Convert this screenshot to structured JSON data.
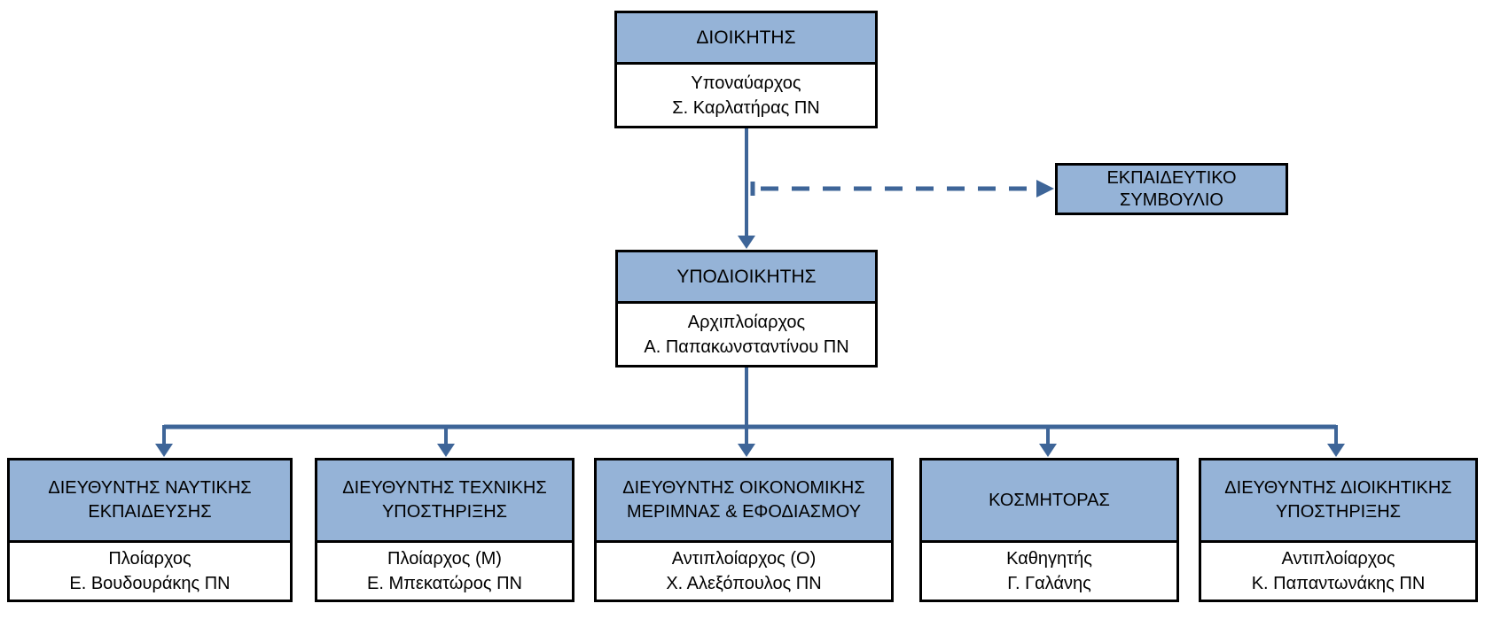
{
  "chart": {
    "type": "org-chart",
    "colors": {
      "node_fill": "#95B3D7",
      "node_border": "#000000",
      "connector": "#3E6598",
      "text": "#000000",
      "background": "#FFFFFF"
    },
    "nodes": {
      "commander": {
        "title": "ΔΙΟΙΚΗΤΗΣ",
        "rank": "Υποναύαρχος",
        "name": "Σ. Καρλατήρας ΠΝ"
      },
      "educational_council": {
        "title": "ΕΚΠΑΙΔΕΥΤΙΚΟ ΣΥΜΒΟΥΛΙΟ"
      },
      "deputy_commander": {
        "title": "ΥΠΟΔΙΟΙΚΗΤΗΣ",
        "rank": "Αρχιπλοίαρχος",
        "name": "Α. Παπακωνσταντίνου ΠΝ"
      },
      "directors": [
        {
          "title": "ΔΙΕΥΘΥΝΤΗΣ ΝΑΥΤΙΚΗΣ ΕΚΠΑΙΔΕΥΣΗΣ",
          "rank": "Πλοίαρχος",
          "name": "Ε. Βουδουράκης ΠΝ"
        },
        {
          "title": "ΔΙΕΥΘΥΝΤΗΣ ΤΕΧΝΙΚΗΣ ΥΠΟΣΤΗΡΙΞΗΣ",
          "rank": "Πλοίαρχος (Μ)",
          "name": "Ε. Μπεκατώρος ΠΝ"
        },
        {
          "title": "ΔΙΕΥΘΥΝΤΗΣ ΟΙΚΟΝΟΜΙΚΗΣ ΜΕΡΙΜΝΑΣ & ΕΦΟΔΙΑΣΜΟΥ",
          "rank": "Αντιπλοίαρχος (Ο)",
          "name": "Χ. Αλεξόπουλος ΠΝ"
        },
        {
          "title": "ΚΟΣΜΗΤΟΡΑΣ",
          "rank": "Καθηγητής",
          "name": "Γ. Γαλάνης"
        },
        {
          "title": "ΔΙΕΥΘΥΝΤΗΣ ΔΙΟΙΚΗΤΙΚΗΣ ΥΠΟΣΤΗΡΙΞΗΣ",
          "rank": "Αντιπλοίαρχος",
          "name": "Κ. Παπαντωνάκης ΠΝ"
        }
      ]
    },
    "relationships": {
      "solid_arrows": [
        "commander -> deputy_commander",
        "deputy_commander -> directors (all 5)"
      ],
      "dashed_arrows": [
        "commander -> educational_council"
      ]
    }
  }
}
